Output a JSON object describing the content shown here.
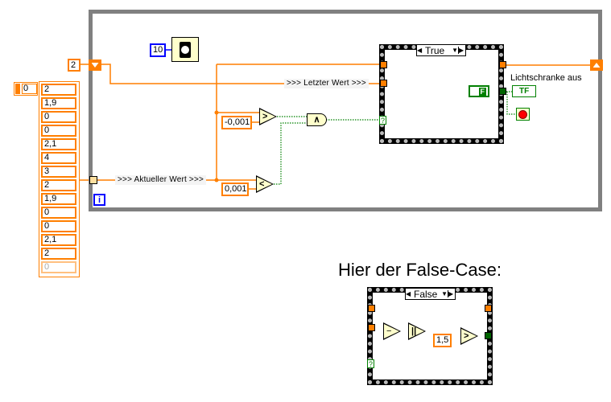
{
  "colors": {
    "numeric_wire": "#ff7f00",
    "boolean_wire": "#008000",
    "i32": "#0000ff",
    "frame": "#808080"
  },
  "array": {
    "index": "0",
    "elements": [
      "2",
      "1,9",
      "0",
      "0",
      "2,1",
      "4",
      "3",
      "2",
      "1,9",
      "0",
      "0",
      "2,1",
      "2",
      "0"
    ]
  },
  "shift_init": "2",
  "wait": {
    "ms": "10",
    "icon": "wait-watch-icon"
  },
  "iteration_label": "i",
  "wires": {
    "last_value": ">>> Letzter Wert >>>",
    "current_value": ">>> Aktueller Wert >>>"
  },
  "constants": {
    "neg": "-0,001",
    "pos": "0,001",
    "threshold": "1,5"
  },
  "ops": {
    "greater": ">",
    "less": "<",
    "and": "∧",
    "subtract": "−",
    "abs": "||"
  },
  "true_case": {
    "selector": "True",
    "bool_const": "F",
    "indicator_label": "Lichtschranke aus",
    "indicator": "TF",
    "stop_icon": "stop-icon"
  },
  "false_case": {
    "title": "Hier der False-Case:",
    "selector": "False"
  }
}
